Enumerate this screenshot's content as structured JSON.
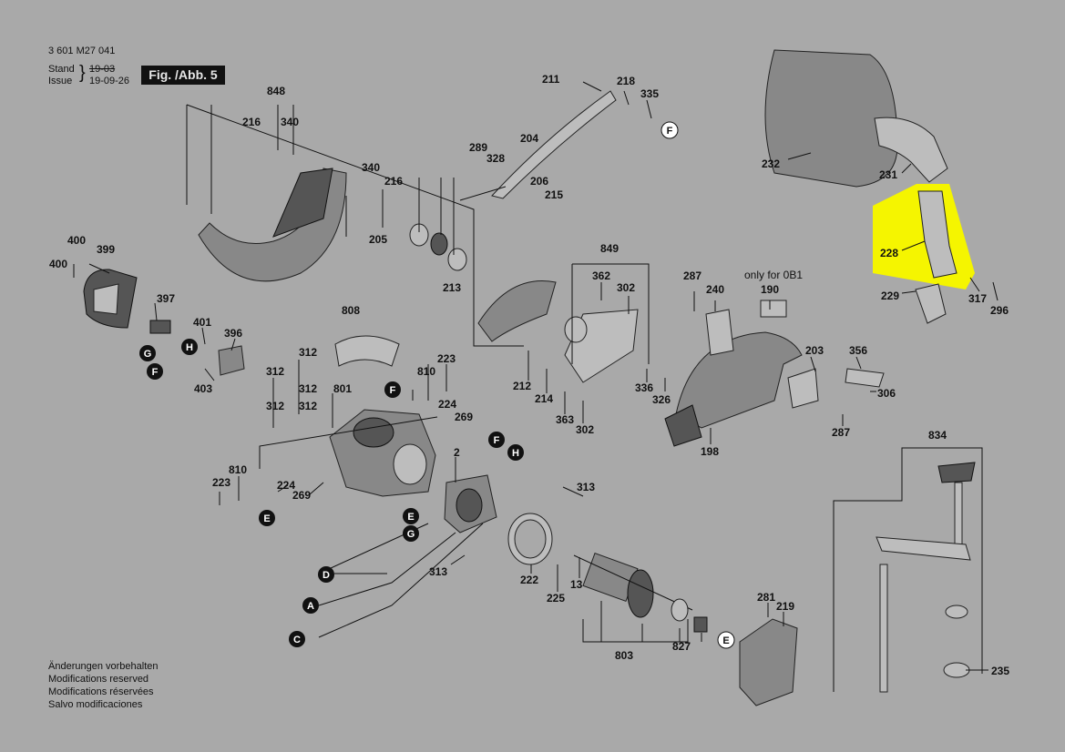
{
  "header": {
    "doc_number": "3 601 M27 041",
    "stand_label": "Stand",
    "stand_value": "19-03",
    "issue_label": "Issue",
    "issue_value": "19-09-26",
    "figure_label": "Fig. /Abb. 5"
  },
  "notes": [
    "Änderungen vorbehalten",
    "Modifications reserved",
    "Modifications réservées",
    "Salvo modificaciones"
  ],
  "highlight_color": "#f5f500",
  "labels": {
    "l848": "848",
    "l216a": "216",
    "l340a": "340",
    "l340b": "340",
    "l216b": "216",
    "l205": "205",
    "l211": "211",
    "l218": "218",
    "l335": "335",
    "l289": "289",
    "l328": "328",
    "l204": "204",
    "l206": "206",
    "l215": "215",
    "l213": "213",
    "l849": "849",
    "l362": "362",
    "l302a": "302",
    "l212": "212",
    "l214": "214",
    "l363": "363",
    "l302b": "302",
    "l336": "336",
    "l326": "326",
    "l400a": "400",
    "l399": "399",
    "l400b": "400",
    "l397": "397",
    "l401": "401",
    "l396": "396",
    "l403": "403",
    "l808": "808",
    "l312a": "312",
    "l312b": "312",
    "l312c": "312",
    "l312d": "312",
    "l312e": "312",
    "l801": "801",
    "l810a": "810",
    "l223a": "223",
    "l224a": "224",
    "l269a": "269",
    "l810b": "810",
    "l223b": "223",
    "l224b": "224",
    "l269b": "269",
    "l2": "2",
    "l313a": "313",
    "l313b": "313",
    "l222": "222",
    "l225": "225",
    "l13": "13",
    "l803": "803",
    "l827": "827",
    "l281": "281",
    "l219": "219",
    "l232": "232",
    "l231": "231",
    "l228": "228",
    "l229": "229",
    "l317": "317",
    "l296": "296",
    "l287a": "287",
    "l240": "240",
    "l190": "190",
    "l203": "203",
    "l356": "356",
    "l306": "306",
    "l287b": "287",
    "l198": "198",
    "l834": "834",
    "l235": "235",
    "only_for": "only for 0B1"
  },
  "refs": {
    "F": "F",
    "G": "G",
    "H": "H",
    "E": "E",
    "D": "D",
    "A": "A",
    "C": "C"
  }
}
